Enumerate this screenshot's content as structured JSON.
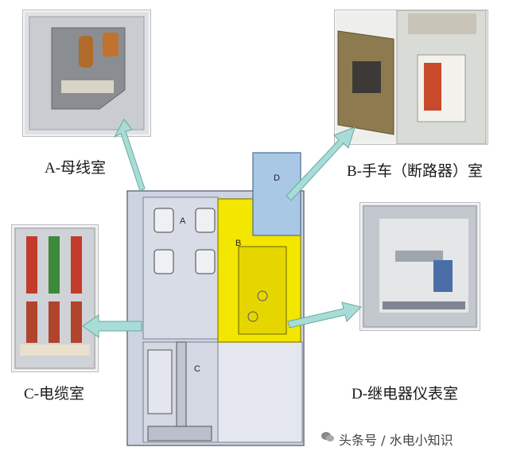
{
  "captions": {
    "a": "A-母线室",
    "b": "B-手车（断路器）室",
    "c": "C-电缆室",
    "d": "D-继电器仪表室"
  },
  "zones": {
    "a": "A",
    "b": "B",
    "c": "C",
    "d": "D"
  },
  "watermark": "头条号 / 水电小知识",
  "colors": {
    "cabinet": "#cdd3e0",
    "breaker_compartment": "#f3e600",
    "relay_compartment": "#a9c8e6",
    "arrow": "#a7ddd6",
    "arrow_outline": "#6aa8a0"
  },
  "icons": [
    "wechat-icon"
  ]
}
